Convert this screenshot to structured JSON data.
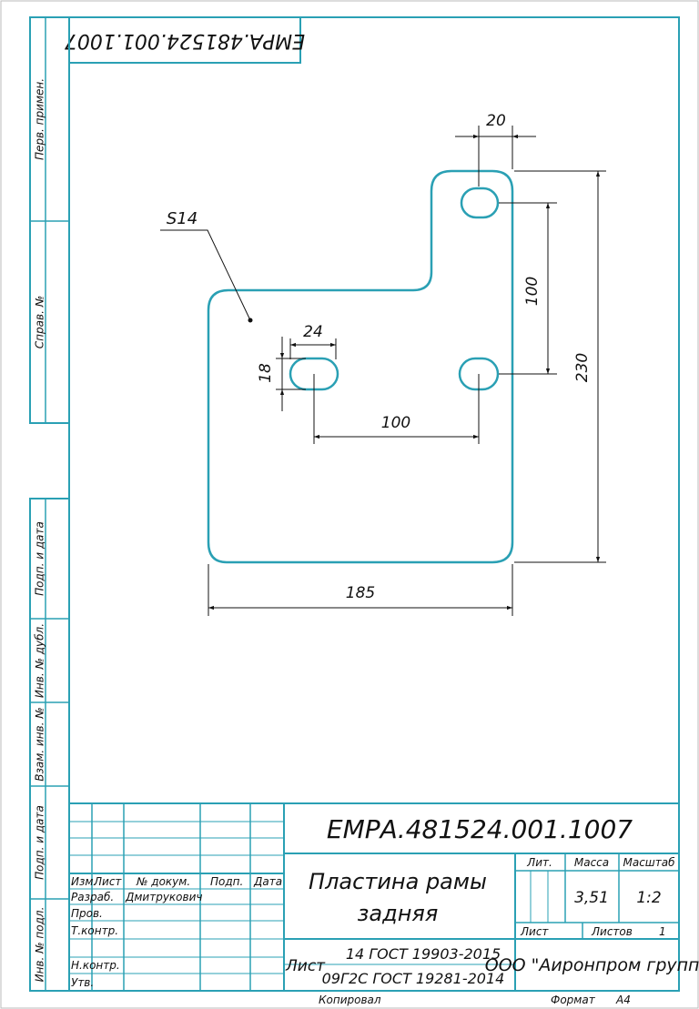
{
  "colors": {
    "frame": "#2aa0b4",
    "ink": "#111111",
    "background": "#ffffff"
  },
  "rotated_code": "ЕМРА.481524.001.1007",
  "drawing": {
    "part_label": "S14",
    "dims": {
      "top_width": "20",
      "vert_holes": "100",
      "height": "230",
      "slot_len": "24",
      "slot_h": "18",
      "horiz_holes": "100",
      "width": "185"
    }
  },
  "side_stamp": {
    "perv_primen": "Перв. примен.",
    "sprav_no": "Справ. №",
    "podp_data_1": "Подп. и дата",
    "inv_dubl": "Инв. № дубл.",
    "vzam_inv": "Взам. инв. №",
    "podp_data_2": "Подп. и дата",
    "inv_podl": "Инв. № подл."
  },
  "title_block": {
    "code": "ЕМРА.481524.001.1007",
    "name_line1": "Пластина рамы",
    "name_line2": "задняя",
    "col_izm": "Изм.",
    "col_list": "Лист",
    "col_doc": "№ докум.",
    "col_podp": "Подп.",
    "col_data": "Дата",
    "razrab": "Разраб.",
    "razrab_name": "Дмитрукович",
    "prov": "Пров.",
    "tkontr": "Т.контр.",
    "nkontr": "Н.контр.",
    "utv": "Утв.",
    "lit_label": "Лит.",
    "mass_label": "Масса",
    "scale_label": "Масштаб",
    "mass": "3,51",
    "scale": "1:2",
    "sheet_label": "Лист",
    "sheets_label": "Листов",
    "sheets_value": "1",
    "material_prefix": "Лист",
    "material_top": "14 ГОСТ 19903-2015",
    "material_bottom": "09Г2С ГОСТ 19281-2014",
    "company": "ООО \"Аиронпром групп\""
  },
  "footer": {
    "copied": "Копировал",
    "format_label": "Формат",
    "format_value": "А4"
  }
}
